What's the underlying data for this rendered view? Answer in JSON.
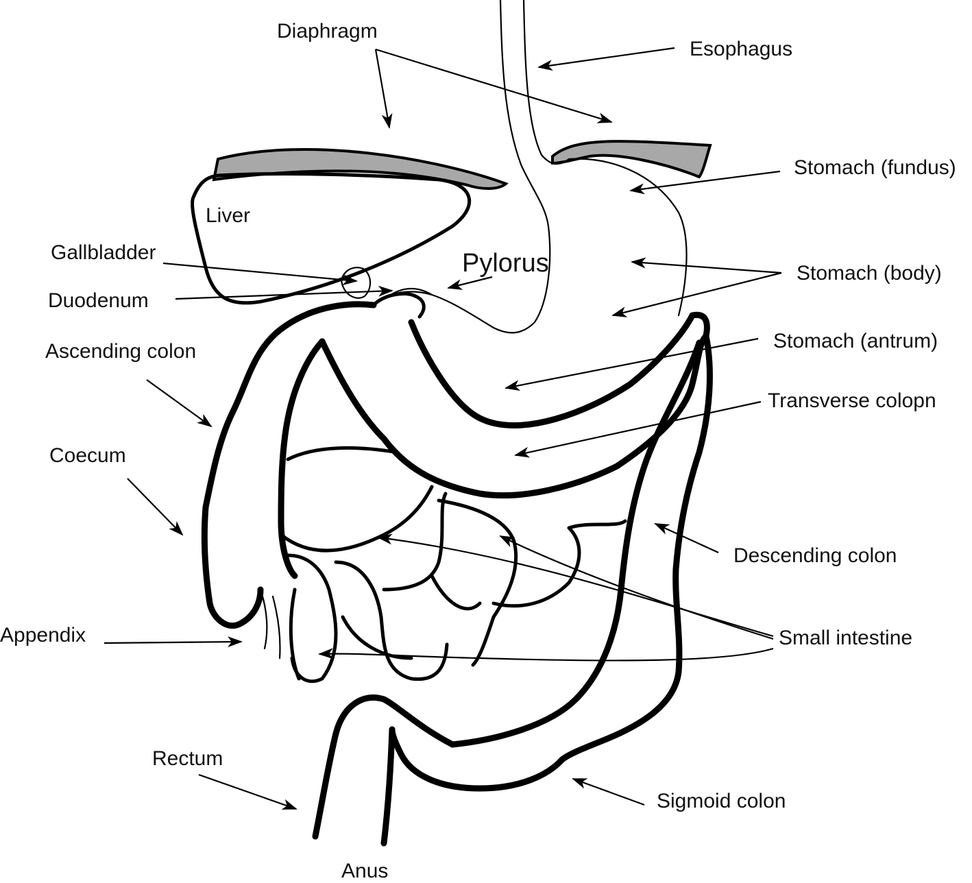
{
  "labels": {
    "diaphragm": "Diaphragm",
    "esophagus": "Esophagus",
    "stomach_fundus": "Stomach (fundus)",
    "liver": "Liver",
    "gallbladder": "Gallbladder",
    "pylorus": "Pylorus",
    "stomach_body": "Stomach (body)",
    "duodenum": "Duodenum",
    "stomach_antrum": "Stomach (antrum)",
    "ascending_colon": "Ascending colon",
    "transverse_colon": "Transverse colopn",
    "coecum": "Coecum",
    "descending_colon": "Descending colon",
    "appendix": "Appendix",
    "small_intestine": "Small intestine",
    "rectum": "Rectum",
    "sigmoid_colon": "Sigmoid colon",
    "anus": "Anus"
  },
  "colors": {
    "line": "#000000",
    "diaphragm_fill": "#a8a8a8",
    "background": "#ffffff"
  }
}
